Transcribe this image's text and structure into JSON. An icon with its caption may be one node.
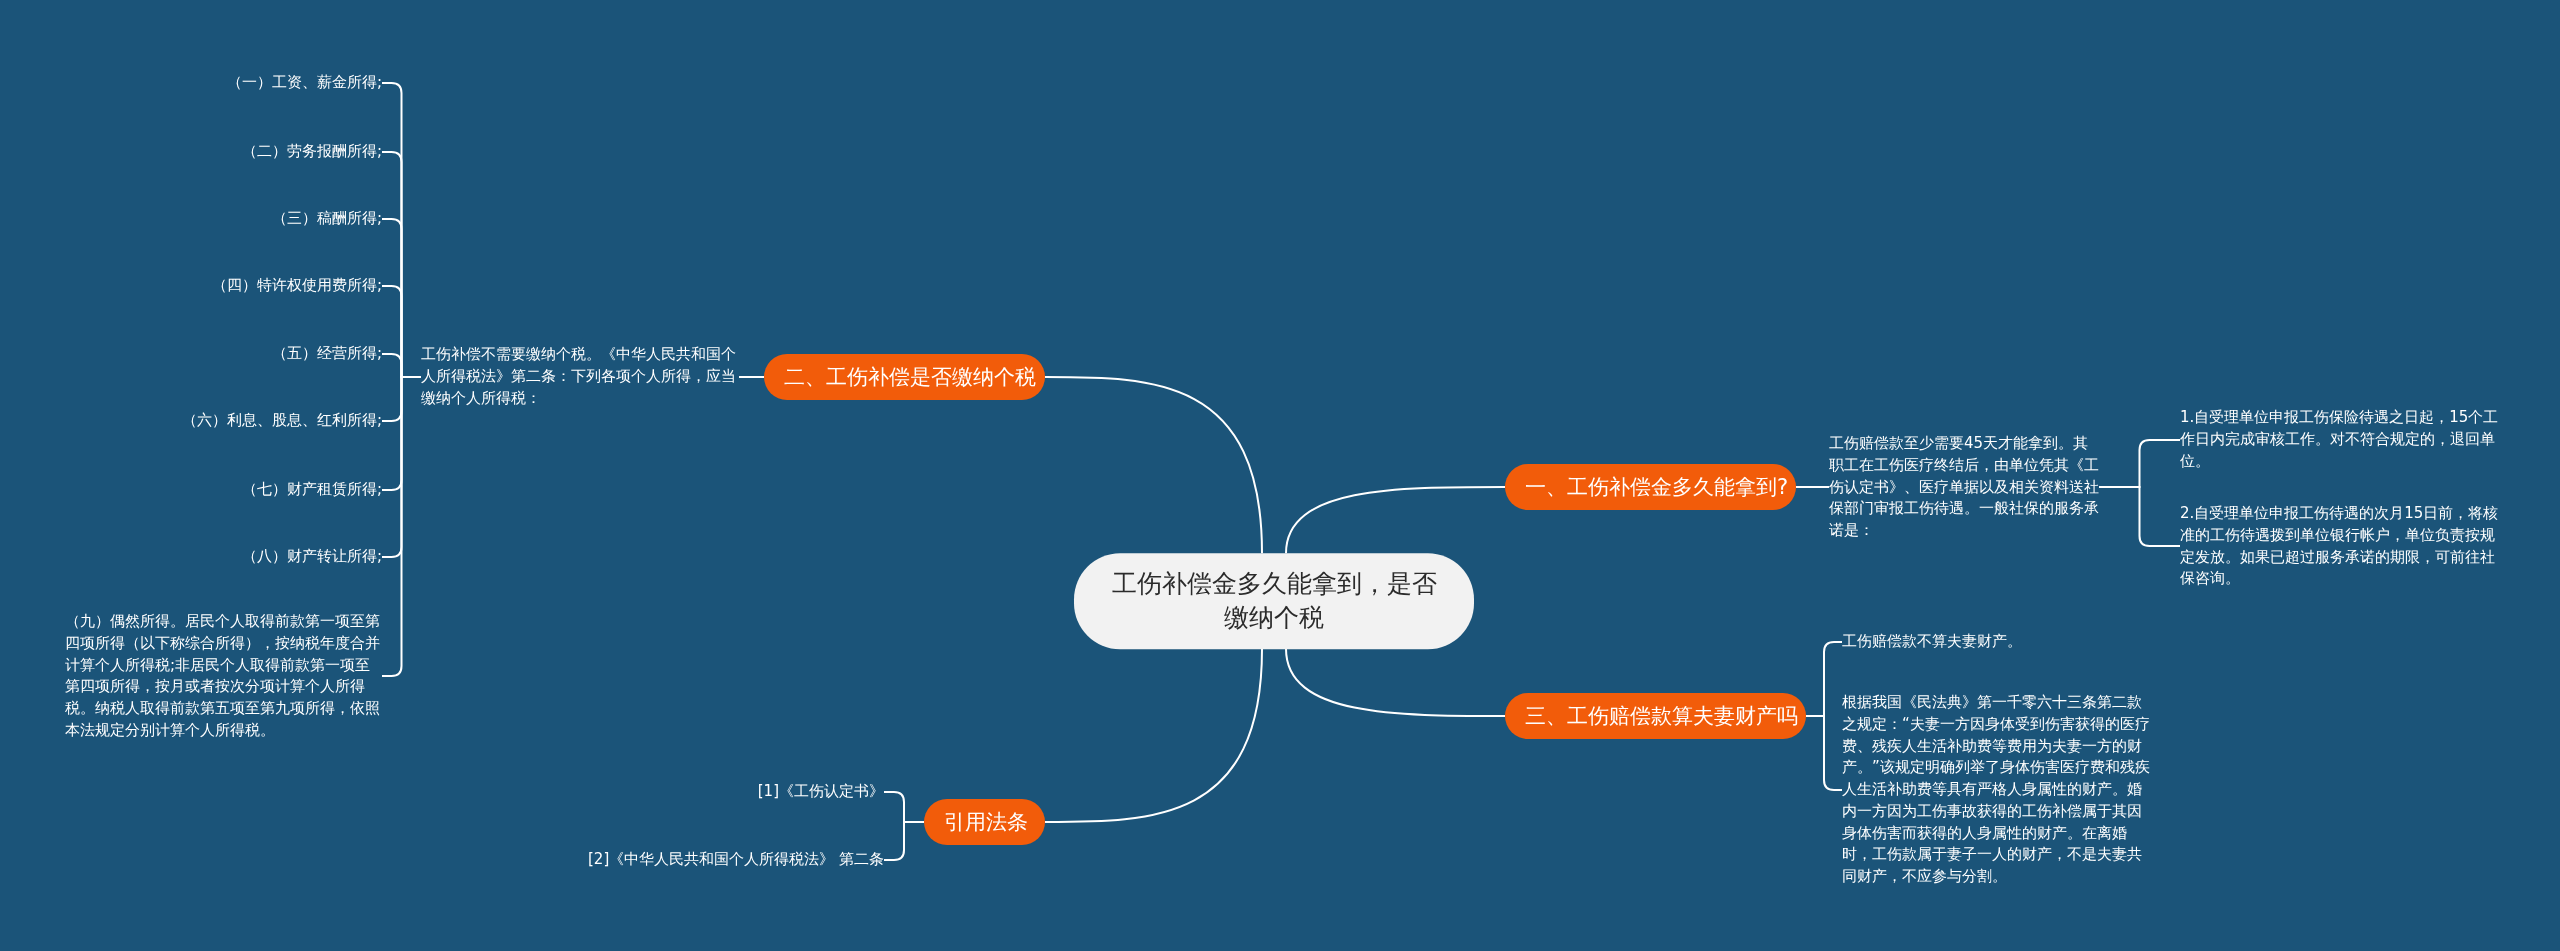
{
  "diagram": {
    "nodes": [
      {
        "text": [
          "工伤补偿金多久能拿到，是否缴纳个税"
        ]
      },
      {
        "text": [
          "一、工伤补偿金多久能拿到?"
        ]
      },
      {
        "text": [
          "工伤赔偿款至少需要45天才能拿到。其职工在工伤医疗终结后，由单位凭其《工伤认定书》、医疗单据以及相关资料送社保部门审报工伤待遇。一般社保的服务承诺是："
        ]
      },
      {
        "text": [
          "1.自受理单位申报工伤保险待遇之日起，15个工作日内完成审核工作。对不符合规定的，退回单位。"
        ]
      },
      {
        "text": [
          "2.自受理单位申报工伤待遇的次月15日前，将核准的工伤待遇拨到单位银行帐户，单位负责按规定发放。如果已超过服务承诺的期限，可前往社保咨询。"
        ]
      },
      {
        "text": [
          "二、工伤补偿是否缴纳个税"
        ]
      },
      {
        "text": [
          "工伤补偿不需要缴纳个税。《中华人民共和国个人所得税法》第二条：下列各项个人所得，应当缴纳个人所得税："
        ]
      },
      {
        "text": [
          "（一）工资、薪金所得;"
        ]
      },
      {
        "text": [
          "（二）劳务报酬所得;"
        ]
      },
      {
        "text": [
          "（三）稿酬所得;"
        ]
      },
      {
        "text": [
          "（四）特许权使用费所得;"
        ]
      },
      {
        "text": [
          "（五）经营所得;"
        ]
      },
      {
        "text": [
          "（六）利息、股息、红利所得;"
        ]
      },
      {
        "text": [
          "（七）财产租赁所得;"
        ]
      },
      {
        "text": [
          "（八）财产转让所得;"
        ]
      },
      {
        "text": [
          "（九）偶然所得。居民个人取得前款第一项至第四项所得（以下称综合所得），按纳税年度合并计算个人所得税;非居民个人取得前款第一项至第四项所得，按月或者按次分项计算个人所得税。纳税人取得前款第五项至第九项所得，依照本法规定分别计算个人所得税。"
        ]
      },
      {
        "text": [
          "三、工伤赔偿款算夫妻财产吗"
        ]
      },
      {
        "text": [
          "工伤赔偿款不算夫妻财产。"
        ]
      },
      {
        "text": [
          "根据我国《民法典》第一千零六十三条第二款之规定：“夫妻一方因身体受到伤害获得的医疗费、残疾人生活补助费等费用为夫妻一方的财产。”该规定明确列举了身体伤害医疗费和残疾人生活补助费等具有严格人身属性的财产。婚内一方因为工伤事故获得的工伤补偿属于其因身体伤害而获得的人身属性的财产。在离婚时，工伤款属于妻子一人的财产，不是夫妻共同财产，不应参与分割。"
        ]
      },
      {
        "text": [
          "引用法条"
        ]
      },
      {
        "text": [
          "[1]《工伤认定书》"
        ]
      },
      {
        "text": [
          "[2]《中华人民共和国个人所得税法》 第二条"
        ]
      }
    ],
    "edges": [
      {
        "from": 0,
        "to": 1,
        "arrow": "none"
      },
      {
        "from": 1,
        "to": 2,
        "arrow": "none"
      },
      {
        "from": 2,
        "to": 3,
        "arrow": "none"
      },
      {
        "from": 2,
        "to": 4,
        "arrow": "none"
      },
      {
        "from": 0,
        "to": 5,
        "arrow": "none"
      },
      {
        "from": 5,
        "to": 6,
        "arrow": "none"
      },
      {
        "from": 6,
        "to": 7,
        "arrow": "none"
      },
      {
        "from": 6,
        "to": 8,
        "arrow": "none"
      },
      {
        "from": 6,
        "to": 9,
        "arrow": "none"
      },
      {
        "from": 6,
        "to": 10,
        "arrow": "none"
      },
      {
        "from": 6,
        "to": 11,
        "arrow": "none"
      },
      {
        "from": 6,
        "to": 12,
        "arrow": "none"
      },
      {
        "from": 6,
        "to": 13,
        "arrow": "none"
      },
      {
        "from": 6,
        "to": 14,
        "arrow": "none"
      },
      {
        "from": 6,
        "to": 15,
        "arrow": "none"
      },
      {
        "from": 0,
        "to": 16,
        "arrow": "none"
      },
      {
        "from": 16,
        "to": 17,
        "arrow": "none"
      },
      {
        "from": 16,
        "to": 18,
        "arrow": "none"
      },
      {
        "from": 0,
        "to": 19,
        "arrow": "none"
      },
      {
        "from": 19,
        "to": 20,
        "arrow": "none"
      },
      {
        "from": 19,
        "to": 21,
        "arrow": "none"
      }
    ]
  }
}
